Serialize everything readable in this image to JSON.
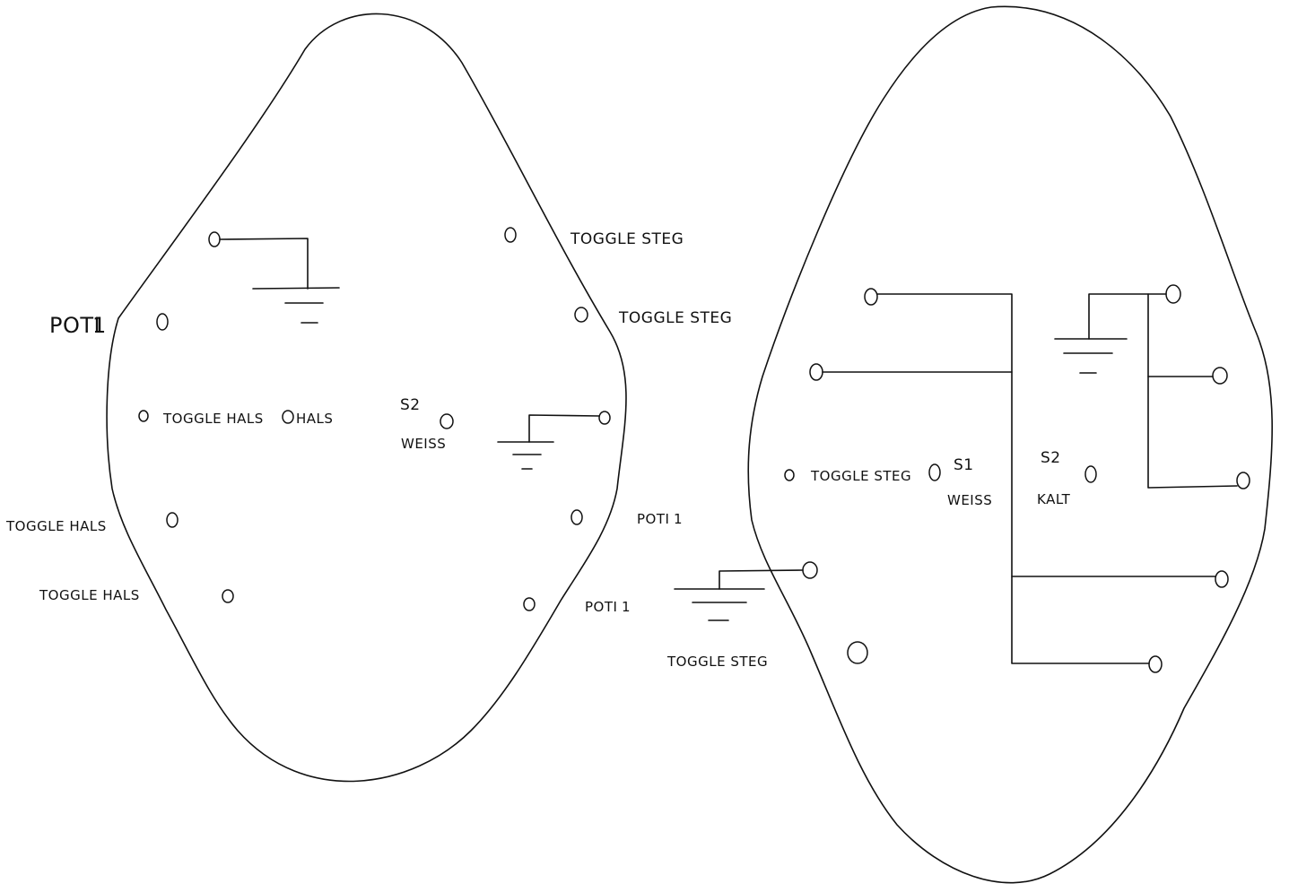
{
  "left_diagram": {
    "labels": {
      "poti1_big": "POTI",
      "toggle_steg_1": "TOGGLE STEG",
      "toggle_steg_2": "TOGGLE STEG",
      "toggle_hals_inner": "TOGGLE HALS",
      "hals": "HALS",
      "s2": "S2",
      "weiss": "WEISS",
      "toggle_hals_outer_1": "TOGGLE HALS",
      "toggle_hals_outer_2": "TOGGLE HALS",
      "poti_right_1": "POTI",
      "poti_right_2": "POTI"
    }
  },
  "right_diagram": {
    "labels": {
      "toggle_steg_inner": "TOGGLE STEG",
      "s1": "S1",
      "weiss": "WEISS",
      "s2": "S2",
      "kalt": "KALT",
      "toggle_steg_outer": "TOGGLE STEG"
    }
  }
}
